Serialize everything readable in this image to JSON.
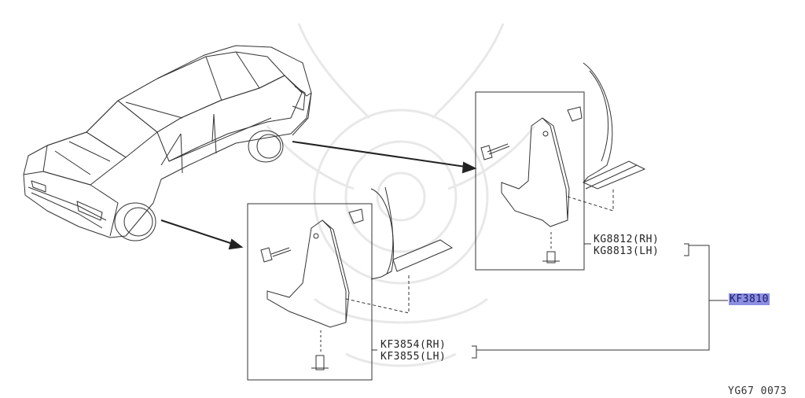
{
  "parts": {
    "rear_upper": [
      "KG8812(RH)",
      "KG8813(LH)"
    ],
    "front_lower": [
      "KF3854(RH)",
      "KF3855(LH)"
    ],
    "highlighted_part": "KF3810"
  },
  "figure_code": "YG67 0073",
  "colors": {
    "line": "#333333",
    "highlight": "#8c8fe0",
    "watermark": "#e6e6e6"
  }
}
